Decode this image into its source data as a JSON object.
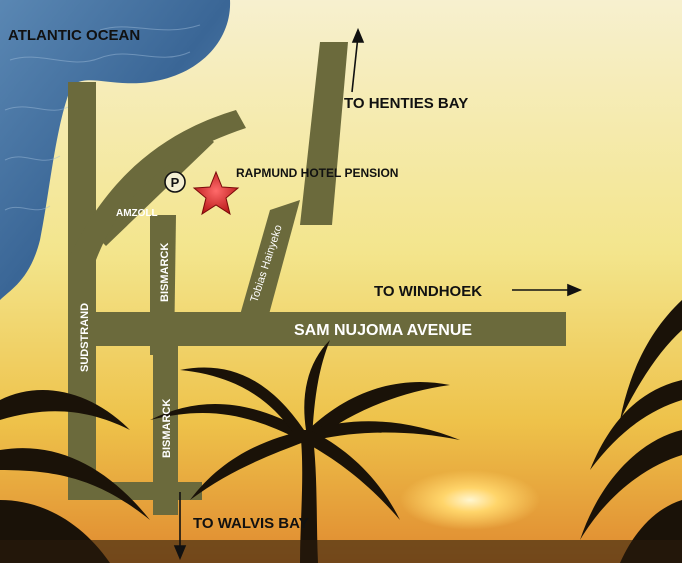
{
  "map": {
    "ocean_label": "ATLANTIC OCEAN",
    "hotel_label": "RAPMUND HOTEL PENSION",
    "parking_symbol": "P",
    "directions": {
      "henties_bay": "TO HENTIES BAY",
      "windhoek": "TO WINDHOEK",
      "walvis_bay": "TO WALVIS BAY"
    },
    "streets": {
      "sam_nujoma": "SAM NUJOMA AVENUE",
      "sudstrand": "SUDSTRAND",
      "bismarck_north": "BISMARCK",
      "bismarck_south": "BISMARCK",
      "amzoll": "AMZOLL",
      "tobias_hainyeko": "Tobias Hainyeko"
    },
    "colors": {
      "road": "#6b6a3c",
      "sky_top": "#f5eecb",
      "sky_bottom": "#e8a23a",
      "ocean": "#3f6e9c",
      "star": "#d42020",
      "palm": "#1a1208"
    }
  }
}
